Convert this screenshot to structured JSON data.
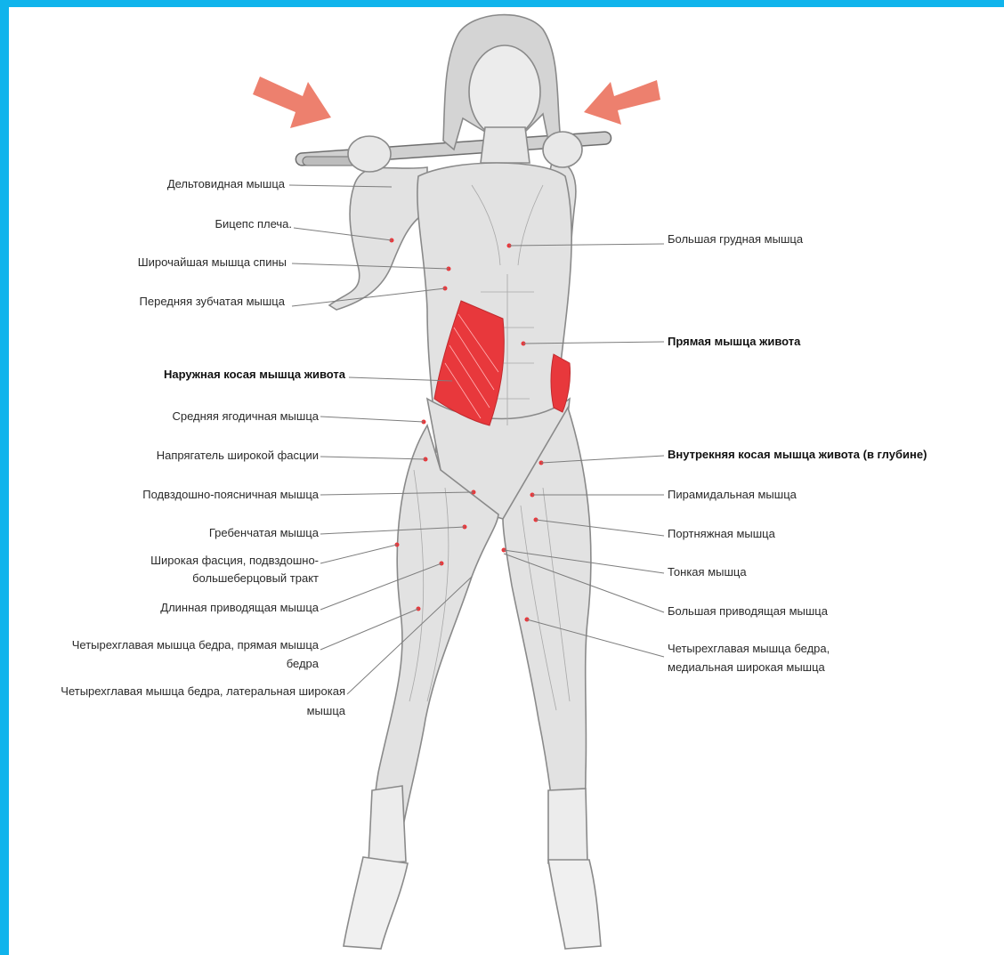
{
  "colors": {
    "frame": "#10b4ec",
    "background": "#ffffff",
    "highlight_muscle": "#e8383c",
    "arrow": "#ea6a55",
    "leader_line": "#7d7d7d",
    "body_fill": "#dedede",
    "body_stroke": "#8a8a8a"
  },
  "illustration": {
    "subject": "figure-with-barbell",
    "highlighted_muscle": "obliquus-externus"
  },
  "labels": {
    "left": [
      {
        "id": "deltoid",
        "text": "Дельтовидная мышца",
        "bold": false
      },
      {
        "id": "biceps",
        "text": "Бицепс плеча.",
        "bold": false
      },
      {
        "id": "latissimus",
        "text": "Широчайшая мышца спины",
        "bold": false
      },
      {
        "id": "serratus",
        "text": "Передняя зубчатая мышца",
        "bold": false
      },
      {
        "id": "ext-oblique",
        "text": "Наружная косая мышца живота",
        "bold": true
      },
      {
        "id": "glute-med",
        "text": "Средняя ягодичная мышца",
        "bold": false
      },
      {
        "id": "tfl",
        "text": "Напрягатель широкой фасции",
        "bold": false
      },
      {
        "id": "iliopsoas",
        "text": "Подвздошно-поясничная мышца",
        "bold": false
      },
      {
        "id": "pectineus",
        "text": "Гребенчатая мышца",
        "bold": false
      },
      {
        "id": "it-band",
        "text": "Широкая фасция, подвздошно-",
        "text2": "большеберцовый тракт",
        "bold": false
      },
      {
        "id": "add-longus",
        "text": "Длинная приводящая мышца",
        "bold": false
      },
      {
        "id": "rectus-fem",
        "text": "Четырехглавая мышца бедра, прямая мышца",
        "text2": "бедра",
        "bold": false
      },
      {
        "id": "vastus-lat",
        "text": "Четырехглавая мышца бедра, латеральная широкая",
        "text2": "мышца",
        "bold": false
      }
    ],
    "right": [
      {
        "id": "pec-major",
        "text": "Большая грудная мышца",
        "bold": false
      },
      {
        "id": "rectus-abd",
        "text": "Прямая мышца живота",
        "bold": true
      },
      {
        "id": "int-oblique",
        "text": "Внутрекняя косая мышца живота (в глубине)",
        "bold": true
      },
      {
        "id": "piriformis",
        "text": "Пирамидальная мышца",
        "bold": false
      },
      {
        "id": "sartorius",
        "text": "Портняжная мышца",
        "bold": false
      },
      {
        "id": "gracilis",
        "text": "Тонкая мышца",
        "bold": false
      },
      {
        "id": "add-magnus",
        "text": "Большая приводящая мышца",
        "bold": false
      },
      {
        "id": "vastus-med",
        "text": "Четырехглавая мышца бедра,",
        "text2": "медиальная широкая мышца",
        "bold": false
      }
    ]
  }
}
